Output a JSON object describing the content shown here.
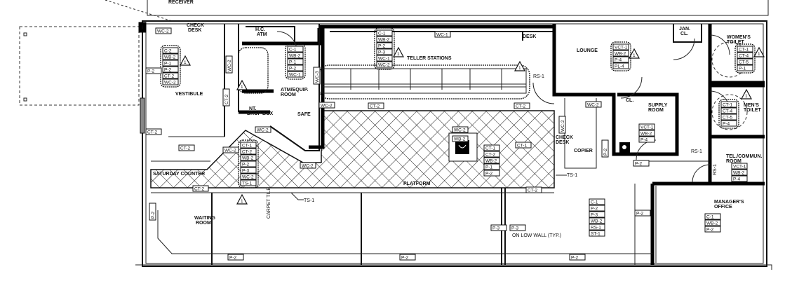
{
  "title": "Bank branch finish floor plan",
  "rooms": {
    "receiver": "RECEIVER",
    "check_desk_1": "CHECK",
    "check_desk_2": "DESK",
    "hc_atm_1": "H.C.",
    "hc_atm_2": "ATM",
    "vestibule": "VESTIBULE",
    "atm_room_1": "ATM/EQUIP.",
    "atm_room_2": "ROOM",
    "drop_box_1": "NT.",
    "drop_box_2": "DROP BOX",
    "safe": "SAFE",
    "teller": "TELLER STATIONS",
    "desk": "DESK",
    "lounge": "LOUNGE",
    "jan_1": "JAN.",
    "jan_2": "CL.",
    "women_1": "WOMEN'S",
    "women_2": "TOILET",
    "men_1": "MEN'S",
    "men_2": "TOILET",
    "closet": "CL.",
    "supply_1": "SUPPLY",
    "supply_2": "ROOM",
    "check_desk2_1": "CHECK",
    "check_desk2_2": "DESK",
    "copier": "COPIER",
    "saturday": "SATURDAY COUNTER",
    "platform": "PLATFORM",
    "waiting_1": "WAITING",
    "waiting_2": "ROOM",
    "tel_1": "TEL./COMMUN.",
    "tel_2": "ROOM",
    "manager_1": "MANAGER'S",
    "manager_2": "OFFICE"
  },
  "notes": {
    "low_wall": "ON LOW WALL (TYP.)",
    "carpet_tile": "CARPET  TILE",
    "ts1_a": "TS-1",
    "ts1_b": "TS-1",
    "rs1_a": "RS-1",
    "rs1_b": "RS-1",
    "rs1_c": "RS-1"
  },
  "revision_mark": "1",
  "tag_stacks": [
    {
      "name": "vestibule",
      "tags": [
        "C-2",
        "WB-2",
        "P-1",
        "P-2",
        "CT-2",
        "WC-2"
      ]
    },
    {
      "name": "atm-room",
      "tags": [
        "C-1",
        "WB-2",
        "P-1",
        "P-2",
        "WC-1"
      ]
    },
    {
      "name": "teller",
      "tags": [
        "C-1",
        "WB-2",
        "P-2",
        "P-3",
        "WC-1",
        "WC-2"
      ]
    },
    {
      "name": "lounge",
      "tags": [
        "VCT-1",
        "WB-2",
        "P-4",
        "PL-4"
      ]
    },
    {
      "name": "womens-toilet",
      "tags": [
        "CT-1",
        "CT-4",
        "CT-5",
        "P-1"
      ]
    },
    {
      "name": "mens-toilet",
      "tags": [
        "CT-1",
        "CT-4",
        "CT-5",
        "P-4"
      ]
    },
    {
      "name": "supply-room",
      "tags": [
        "VCT-1",
        "WB-2",
        "P-4"
      ]
    },
    {
      "name": "platform-west",
      "tags": [
        "CT-1",
        "CT-2",
        "WB-2",
        "P-2",
        "P-3",
        "WC-2",
        "TS-1"
      ]
    },
    {
      "name": "platform-east",
      "tags": [
        "CT-1",
        "CT-2",
        "WB-2",
        "P-1",
        "P-2"
      ]
    },
    {
      "name": "tel-room",
      "tags": [
        "VCT-1",
        "WB-2",
        "P-4"
      ]
    },
    {
      "name": "manager-office",
      "tags": [
        "C-1",
        "WB-2",
        "P-2"
      ]
    },
    {
      "name": "open-area",
      "tags": [
        "C-1",
        "P-2",
        "P-3",
        "WB-2",
        "RS-1",
        "ST-1"
      ]
    }
  ],
  "single_tags": [
    "WC-2",
    "P-2",
    "CT-2",
    "CT-2",
    "WC-2",
    "WC-2",
    "WC-2",
    "WC-2",
    "CT-2",
    "CT-2",
    "WC-1",
    "WC-2",
    "P-2",
    "CT-1",
    "P-2",
    "P-2",
    "P-2",
    "P-3",
    "P-3",
    "CT-2",
    "CT-2",
    "P-2",
    "WC-2",
    "WB-2",
    "P-2",
    "WC-2",
    "CT-2",
    "WC-3",
    "P-2",
    "WC-2"
  ]
}
